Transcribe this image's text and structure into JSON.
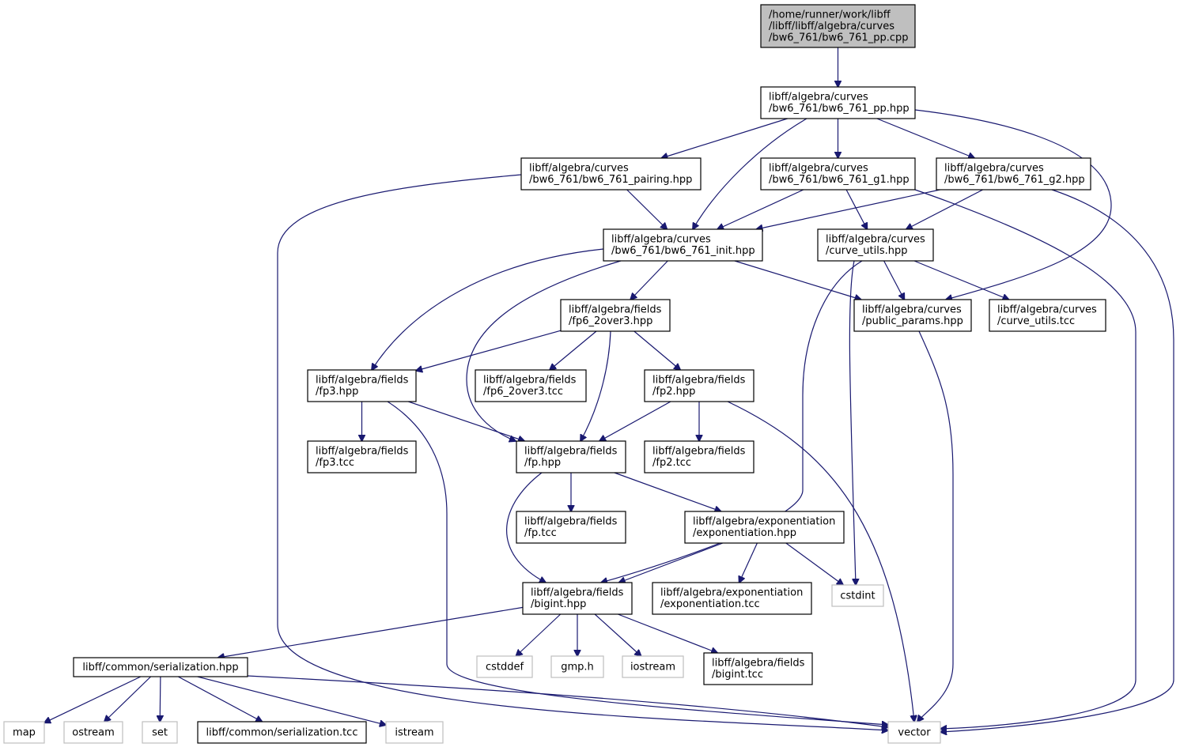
{
  "graph": {
    "title": "",
    "colors": {
      "edge": "#191970",
      "root_fill": "#bfbfbf",
      "node_border": "#000000",
      "external_border": "#bfbfbf"
    },
    "nodes": [
      {
        "id": "root",
        "lines": [
          "/home/runner/work/libff",
          "/libff/libff/algebra/curves",
          "/bw6_761/bw6_761_pp.cpp"
        ],
        "kind": "root"
      },
      {
        "id": "pp_hpp",
        "lines": [
          "libff/algebra/curves",
          "/bw6_761/bw6_761_pp.hpp"
        ],
        "kind": "file"
      },
      {
        "id": "pairing_hpp",
        "lines": [
          "libff/algebra/curves",
          "/bw6_761/bw6_761_pairing.hpp"
        ],
        "kind": "file"
      },
      {
        "id": "g1_hpp",
        "lines": [
          "libff/algebra/curves",
          "/bw6_761/bw6_761_g1.hpp"
        ],
        "kind": "file"
      },
      {
        "id": "g2_hpp",
        "lines": [
          "libff/algebra/curves",
          "/bw6_761/bw6_761_g2.hpp"
        ],
        "kind": "file"
      },
      {
        "id": "init_hpp",
        "lines": [
          "libff/algebra/curves",
          "/bw6_761/bw6_761_init.hpp"
        ],
        "kind": "file"
      },
      {
        "id": "curve_utils_hpp",
        "lines": [
          "libff/algebra/curves",
          "/curve_utils.hpp"
        ],
        "kind": "file"
      },
      {
        "id": "fp6_hpp",
        "lines": [
          "libff/algebra/fields",
          "/fp6_2over3.hpp"
        ],
        "kind": "file"
      },
      {
        "id": "public_params_hpp",
        "lines": [
          "libff/algebra/curves",
          "/public_params.hpp"
        ],
        "kind": "file"
      },
      {
        "id": "curve_utils_tcc",
        "lines": [
          "libff/algebra/curves",
          "/curve_utils.tcc"
        ],
        "kind": "file"
      },
      {
        "id": "fp3_hpp",
        "lines": [
          "libff/algebra/fields",
          "/fp3.hpp"
        ],
        "kind": "file"
      },
      {
        "id": "fp6_tcc",
        "lines": [
          "libff/algebra/fields",
          "/fp6_2over3.tcc"
        ],
        "kind": "file"
      },
      {
        "id": "fp2_hpp",
        "lines": [
          "libff/algebra/fields",
          "/fp2.hpp"
        ],
        "kind": "file"
      },
      {
        "id": "fp3_tcc",
        "lines": [
          "libff/algebra/fields",
          "/fp3.tcc"
        ],
        "kind": "file"
      },
      {
        "id": "fp_hpp",
        "lines": [
          "libff/algebra/fields",
          "/fp.hpp"
        ],
        "kind": "file"
      },
      {
        "id": "fp2_tcc",
        "lines": [
          "libff/algebra/fields",
          "/fp2.tcc"
        ],
        "kind": "file"
      },
      {
        "id": "fp_tcc",
        "lines": [
          "libff/algebra/fields",
          "/fp.tcc"
        ],
        "kind": "file"
      },
      {
        "id": "exp_hpp",
        "lines": [
          "libff/algebra/exponentiation",
          "/exponentiation.hpp"
        ],
        "kind": "file"
      },
      {
        "id": "bigint_hpp",
        "lines": [
          "libff/algebra/fields",
          "/bigint.hpp"
        ],
        "kind": "file"
      },
      {
        "id": "exp_tcc",
        "lines": [
          "libff/algebra/exponentiation",
          "/exponentiation.tcc"
        ],
        "kind": "file"
      },
      {
        "id": "cstdint",
        "lines": [
          "cstdint"
        ],
        "kind": "external"
      },
      {
        "id": "serialization_hpp",
        "lines": [
          "libff/common/serialization.hpp"
        ],
        "kind": "file"
      },
      {
        "id": "cstddef",
        "lines": [
          "cstddef"
        ],
        "kind": "external"
      },
      {
        "id": "gmp_h",
        "lines": [
          "gmp.h"
        ],
        "kind": "external"
      },
      {
        "id": "iostream",
        "lines": [
          "iostream"
        ],
        "kind": "external"
      },
      {
        "id": "bigint_tcc",
        "lines": [
          "libff/algebra/fields",
          "/bigint.tcc"
        ],
        "kind": "file"
      },
      {
        "id": "map",
        "lines": [
          "map"
        ],
        "kind": "external"
      },
      {
        "id": "ostream",
        "lines": [
          "ostream"
        ],
        "kind": "external"
      },
      {
        "id": "set",
        "lines": [
          "set"
        ],
        "kind": "external"
      },
      {
        "id": "serialization_tcc",
        "lines": [
          "libff/common/serialization.tcc"
        ],
        "kind": "file"
      },
      {
        "id": "istream",
        "lines": [
          "istream"
        ],
        "kind": "external"
      },
      {
        "id": "vector",
        "lines": [
          "vector"
        ],
        "kind": "external"
      }
    ],
    "edges": [
      [
        "root",
        "pp_hpp"
      ],
      [
        "pp_hpp",
        "pairing_hpp"
      ],
      [
        "pp_hpp",
        "g1_hpp"
      ],
      [
        "pp_hpp",
        "g2_hpp"
      ],
      [
        "pp_hpp",
        "init_hpp"
      ],
      [
        "pp_hpp",
        "public_params_hpp"
      ],
      [
        "pairing_hpp",
        "init_hpp"
      ],
      [
        "pairing_hpp",
        "vector"
      ],
      [
        "g1_hpp",
        "init_hpp"
      ],
      [
        "g1_hpp",
        "curve_utils_hpp"
      ],
      [
        "g1_hpp",
        "vector"
      ],
      [
        "g2_hpp",
        "init_hpp"
      ],
      [
        "g2_hpp",
        "curve_utils_hpp"
      ],
      [
        "g2_hpp",
        "vector"
      ],
      [
        "init_hpp",
        "fp6_hpp"
      ],
      [
        "init_hpp",
        "fp3_hpp"
      ],
      [
        "init_hpp",
        "fp_hpp"
      ],
      [
        "init_hpp",
        "public_params_hpp"
      ],
      [
        "curve_utils_hpp",
        "public_params_hpp"
      ],
      [
        "curve_utils_hpp",
        "curve_utils_tcc"
      ],
      [
        "curve_utils_hpp",
        "bigint_hpp"
      ],
      [
        "curve_utils_hpp",
        "cstdint"
      ],
      [
        "public_params_hpp",
        "vector"
      ],
      [
        "fp6_hpp",
        "fp3_hpp"
      ],
      [
        "fp6_hpp",
        "fp6_tcc"
      ],
      [
        "fp6_hpp",
        "fp2_hpp"
      ],
      [
        "fp6_hpp",
        "fp_hpp"
      ],
      [
        "fp3_hpp",
        "fp3_tcc"
      ],
      [
        "fp3_hpp",
        "fp_hpp"
      ],
      [
        "fp3_hpp",
        "vector"
      ],
      [
        "fp2_hpp",
        "fp_hpp"
      ],
      [
        "fp2_hpp",
        "fp2_tcc"
      ],
      [
        "fp2_hpp",
        "vector"
      ],
      [
        "fp_hpp",
        "fp_tcc"
      ],
      [
        "fp_hpp",
        "exp_hpp"
      ],
      [
        "fp_hpp",
        "bigint_hpp"
      ],
      [
        "exp_hpp",
        "bigint_hpp"
      ],
      [
        "exp_hpp",
        "exp_tcc"
      ],
      [
        "exp_hpp",
        "cstdint"
      ],
      [
        "bigint_hpp",
        "serialization_hpp"
      ],
      [
        "bigint_hpp",
        "cstddef"
      ],
      [
        "bigint_hpp",
        "gmp_h"
      ],
      [
        "bigint_hpp",
        "iostream"
      ],
      [
        "bigint_hpp",
        "bigint_tcc"
      ],
      [
        "serialization_hpp",
        "map"
      ],
      [
        "serialization_hpp",
        "ostream"
      ],
      [
        "serialization_hpp",
        "set"
      ],
      [
        "serialization_hpp",
        "serialization_tcc"
      ],
      [
        "serialization_hpp",
        "istream"
      ],
      [
        "serialization_hpp",
        "vector"
      ]
    ]
  }
}
